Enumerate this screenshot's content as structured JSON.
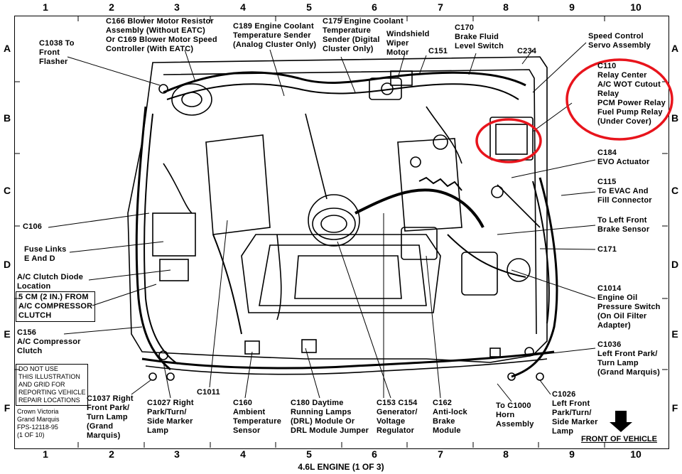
{
  "grid": {
    "columns": [
      "1",
      "2",
      "3",
      "4",
      "5",
      "6",
      "7",
      "8",
      "9",
      "10"
    ],
    "rows": [
      "A",
      "B",
      "C",
      "D",
      "E",
      "F"
    ]
  },
  "labels": {
    "c1038": "C1038 To\nFront\nFlasher",
    "c166": "C166 Blower Motor Resistor\nAssembly (Without EATC)\nOr C169 Blower Motor Speed\nController (With EATC)",
    "c189": "C189 Engine Coolant\nTemperature Sender\n(Analog Cluster Only)",
    "c175": "C175 Engine Coolant\nTemperature\nSender (Digital\nCluster Only)",
    "wiper": "Windshield\nWiper\nMotor",
    "c151": "C151",
    "c170": "C170\nBrake Fluid\nLevel Switch",
    "c234": "C234",
    "speed_control": "Speed Control\nServo Assembly",
    "c110": "C110\nRelay Center\nA/C WOT Cutout\nRelay\nPCM Power Relay\nFuel Pump Relay\n(Under Cover)",
    "c184": "C184\nEVO Actuator",
    "c115": "C115\nTo EVAC And\nFill Connector",
    "brake_sensor": "To Left Front\nBrake Sensor",
    "c171": "C171",
    "c1014": "C1014\nEngine Oil\nPressure Switch\n(On Oil Filter\nAdapter)",
    "c1036": "C1036\nLeft Front Park/\nTurn Lamp\n(Grand Marquis)",
    "c1026": "C1026\nLeft Front\nPark/Turn/\nSide Marker\nLamp",
    "c1000": "To C1000\nHorn\nAssembly",
    "c162": "C162\nAnti-lock\nBrake\nModule",
    "c153": "C153 C154\nGenerator/\nVoltage\nRegulator",
    "c180": "C180 Daytime\nRunning Lamps\n(DRL) Module Or\nDRL Module Jumper",
    "c160": "C160\nAmbient\nTemperature\nSensor",
    "c1011": "C1011",
    "c1027": "C1027 Right\nPark/Turn/\nSide Marker\nLamp",
    "c1037": "C1037 Right\nFront Park/\nTurn Lamp\n(Grand\nMarquis)",
    "c106": "C106",
    "fuse_links": "Fuse Links\nE And D",
    "ac_diode": "A/C Clutch Diode\nLocation",
    "ac_diode_box": "5 CM (2 IN.) FROM\nA/C COMPRESSOR\nCLUTCH",
    "c156": "C156\nA/C Compressor\nClutch",
    "do_not_use": "DO NOT USE\nTHIS ILLUSTRATION\nAND GRID FOR\nREPORTING VEHICLE\nREPAIR LOCATIONS",
    "vehicle_info": "Crown Victoria\nGrand Marquis\nFPS-12118-95\n(1 OF 10)",
    "front_of_vehicle": "FRONT OF VEHICLE",
    "title": "4.6L ENGINE (1 OF 3)"
  },
  "colors": {
    "highlight": "#e8141c",
    "line": "#000000"
  }
}
